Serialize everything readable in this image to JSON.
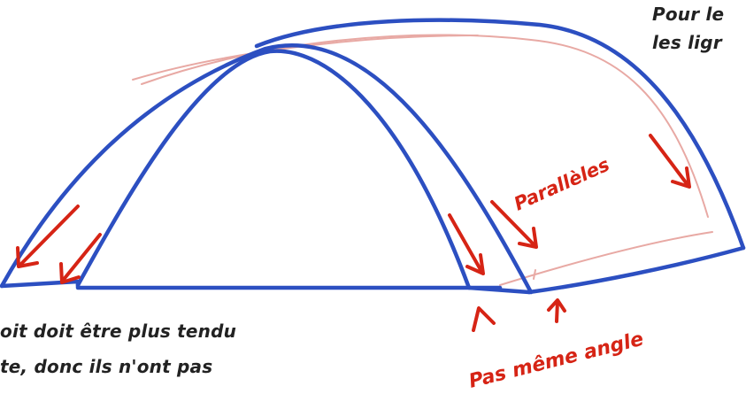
{
  "colors": {
    "outline": "#2c4fc1",
    "inner_faint": "#e8a9a4",
    "arrows": "#d62415",
    "note_text": "#222222"
  },
  "annotations": {
    "parallel_label": "Parallèles",
    "angle_label": "Pas même angle"
  },
  "notes": {
    "top_right_line1": "Pour le",
    "top_right_line2": "les ligr",
    "bottom_left_line1": "oit doit être plus tendu",
    "bottom_left_line2": "te, donc ils n'ont pas"
  }
}
